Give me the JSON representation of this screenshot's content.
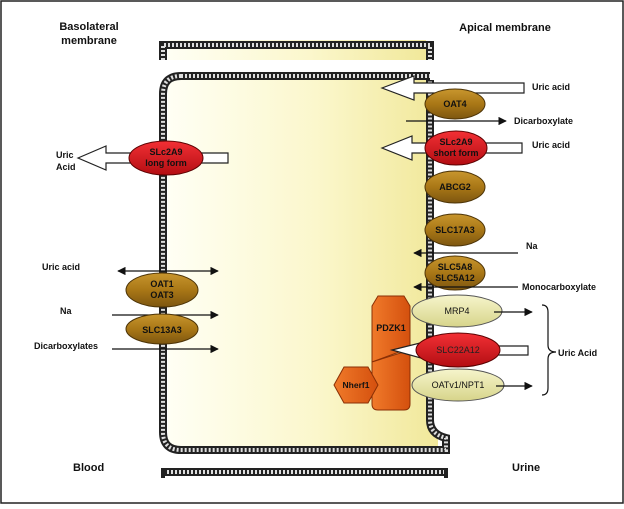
{
  "labels": {
    "basolateral_line1": "Basolateral",
    "basolateral_line2": "membrane",
    "apical": "Apical membrane",
    "blood": "Blood",
    "urine": "Urine"
  },
  "basolateral_side": {
    "uric_acid_out_line1": "Uric",
    "uric_acid_out_line2": "Acid",
    "slc2a9_long_line1": "SLc2A9",
    "slc2a9_long_line2": "long form",
    "uric_acid": "Uric acid",
    "oat1": "OAT1",
    "oat3": "OAT3",
    "na": "Na",
    "slc13a3": "SLC13A3",
    "dicarboxylates": "Dicarboxylates"
  },
  "apical_side": {
    "uric_acid_1": "Uric acid",
    "oat4": "OAT4",
    "dicarboxylate": "Dicarboxylate",
    "slc2a9_short_line1": "SLc2A9",
    "slc2a9_short_line2": "short form",
    "uric_acid_2": "Uric acid",
    "abcg2": "ABCG2",
    "slc17a3": "SLC17A3",
    "na": "Na",
    "slc5a8": "SLC5A8",
    "slc5a12": "SLC5A12",
    "monocarboxylate": "Monocarboxylate",
    "pdzk1": "PDZK1",
    "mrp4": "MRP4",
    "slc22a12": "SLC22A12",
    "nherf1": "Nherf1",
    "oatv1": "OATv1/NPT1",
    "uric_acid_bracket": "Uric Acid"
  },
  "colors": {
    "brown_transporter": "#b07d1e",
    "red_transporter": "#e0141c",
    "pale_transporter": "#eceaa8",
    "scaffold_orange": "#e85f1a",
    "cytoplasm_gradient_start": "#fffff2",
    "cytoplasm_gradient_end": "#f1e89a"
  }
}
